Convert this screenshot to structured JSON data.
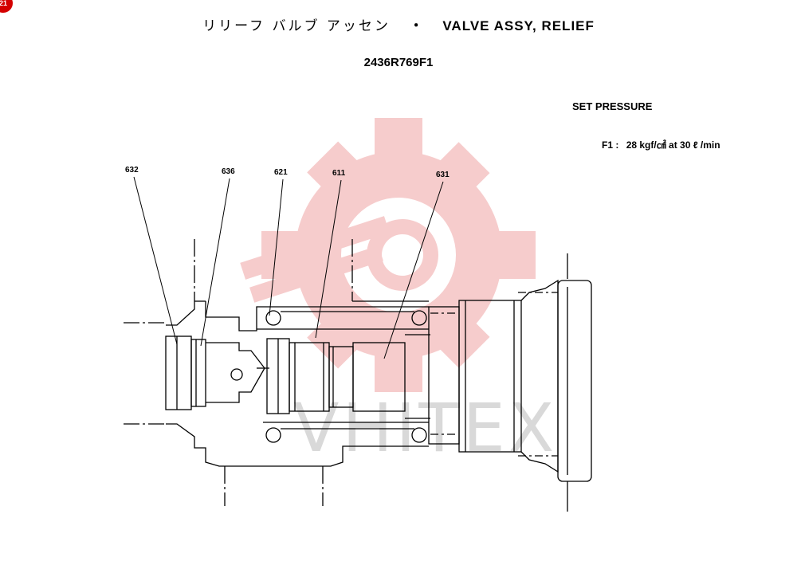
{
  "badge": "21",
  "title": {
    "jp": "リリーフ バルブ アッセン",
    "separator": "・",
    "en": "VALVE ASSY, RELIEF"
  },
  "part_number": "2436R769F1",
  "set_pressure": {
    "heading": "SET PRESSURE",
    "f1_label": "F1 :",
    "f1_value": "28 kgf/㎠ at 30 ℓ /min"
  },
  "callouts": {
    "c632": "632",
    "c636": "636",
    "c621": "621",
    "c611": "611",
    "c631": "631"
  },
  "watermark": "VHITEX",
  "colors": {
    "line": "#000000",
    "watermark_gear": "#f6cccc",
    "watermark_text": "#d9d9d9",
    "badge": "#d40000"
  }
}
